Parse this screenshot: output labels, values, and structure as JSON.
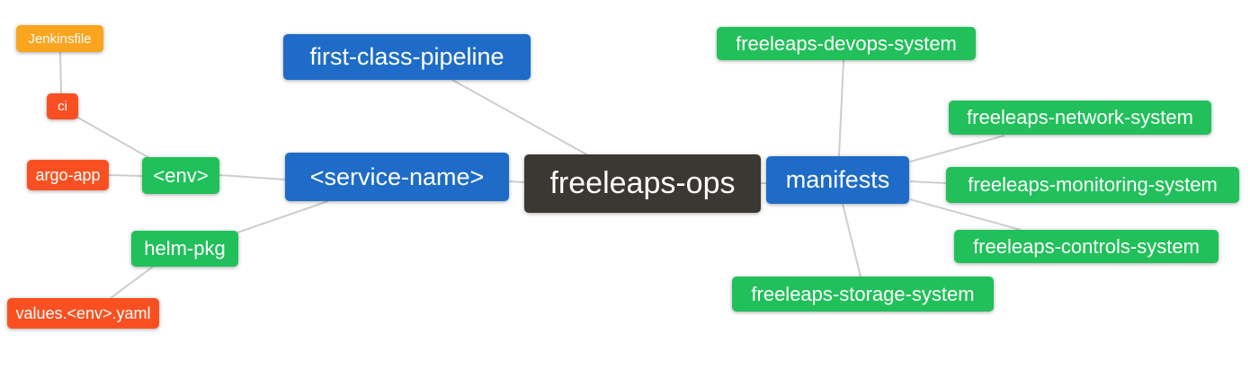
{
  "diagram": {
    "type": "mindmap",
    "root": "freeleaps-ops",
    "background_color": "#ffffff",
    "edge_color": "#cdcdcd"
  },
  "colors": {
    "blue": "#1E6CC7",
    "green": "#21C05A",
    "red_orange": "#FA5021",
    "amber": "#F9A51F",
    "dark": "#3B3733",
    "text": "#ffffff"
  },
  "nodes": [
    {
      "id": "jenkinsfile",
      "label": "Jenkinsfile",
      "color_role": "amber"
    },
    {
      "id": "ci",
      "label": "ci",
      "color_role": "red_orange"
    },
    {
      "id": "argo-app",
      "label": "argo-app",
      "color_role": "red_orange"
    },
    {
      "id": "env",
      "label": "<env>",
      "color_role": "green"
    },
    {
      "id": "helm-pkg",
      "label": "helm-pkg",
      "color_role": "green"
    },
    {
      "id": "values-env-yaml",
      "label": "values.<env>.yaml",
      "color_role": "red_orange"
    },
    {
      "id": "first-class-pipeline",
      "label": "first-class-pipeline",
      "color_role": "blue"
    },
    {
      "id": "service-name",
      "label": "<service-name>",
      "color_role": "blue"
    },
    {
      "id": "freeleaps-ops",
      "label": "freeleaps-ops",
      "color_role": "dark"
    },
    {
      "id": "manifests",
      "label": "manifests",
      "color_role": "blue"
    },
    {
      "id": "freeleaps-devops-system",
      "label": "freeleaps-devops-system",
      "color_role": "green"
    },
    {
      "id": "freeleaps-network-system",
      "label": "freeleaps-network-system",
      "color_role": "green"
    },
    {
      "id": "freeleaps-monitoring-system",
      "label": "freeleaps-monitoring-system",
      "color_role": "green"
    },
    {
      "id": "freeleaps-controls-system",
      "label": "freeleaps-controls-system",
      "color_role": "green"
    },
    {
      "id": "freeleaps-storage-system",
      "label": "freeleaps-storage-system",
      "color_role": "green"
    }
  ],
  "edges": [
    {
      "from": "jenkinsfile",
      "to": "ci"
    },
    {
      "from": "ci",
      "to": "env"
    },
    {
      "from": "argo-app",
      "to": "env"
    },
    {
      "from": "env",
      "to": "service-name"
    },
    {
      "from": "service-name",
      "to": "helm-pkg"
    },
    {
      "from": "helm-pkg",
      "to": "values-env-yaml"
    },
    {
      "from": "first-class-pipeline",
      "to": "freeleaps-ops"
    },
    {
      "from": "service-name",
      "to": "freeleaps-ops"
    },
    {
      "from": "freeleaps-ops",
      "to": "manifests"
    },
    {
      "from": "freeleaps-devops-system",
      "to": "manifests"
    },
    {
      "from": "manifests",
      "to": "freeleaps-network-system"
    },
    {
      "from": "manifests",
      "to": "freeleaps-monitoring-system"
    },
    {
      "from": "manifests",
      "to": "freeleaps-controls-system"
    },
    {
      "from": "manifests",
      "to": "freeleaps-storage-system"
    }
  ]
}
